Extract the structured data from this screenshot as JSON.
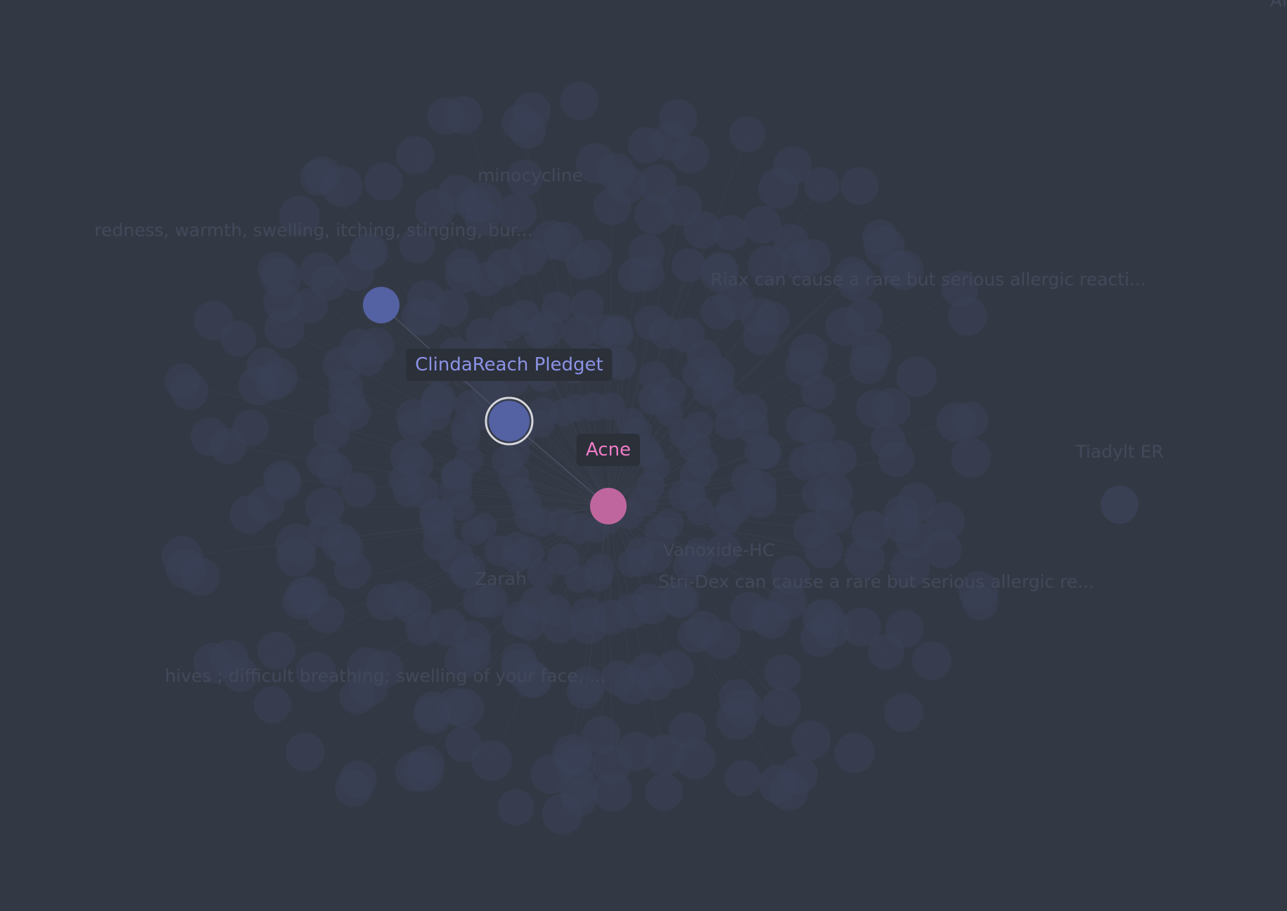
{
  "colors": {
    "background": "#333944",
    "drug_node": "#5461a3",
    "condition_node": "#c0669f",
    "faded_node": "#3a4157",
    "edge": "#3f4656",
    "selected_ring": "#d4d6dc",
    "label_bg": "#2b3039",
    "drug_label_text": "#8c93e6",
    "condition_label_text": "#f07cc6",
    "faded_label_text": "#42495a"
  },
  "graph": {
    "highlighted": {
      "selected_drug": {
        "label": "ClindaReach Pledget",
        "type": "drug",
        "selected": true
      },
      "condition": {
        "label": "Acne",
        "type": "condition"
      },
      "neighbor_drug": {
        "type": "drug",
        "label": ""
      }
    },
    "faded_labels": {
      "minocycline": "minocycline",
      "redness_effect": "redness, warmth, swelling, itching, stinging, bur...",
      "riax_warning": "Riax can cause a rare but serious allergic reacti...",
      "tiadylt": "Tiadylt ER",
      "vanoxide": "Vanoxide-HC",
      "zarah": "Zarah",
      "stridex_warning": "Stri-Dex can cause a rare but serious allergic re...",
      "hives_effect": "hives ; difficult breathing; swelling of your face, ...",
      "corner_partial": "Al"
    }
  }
}
